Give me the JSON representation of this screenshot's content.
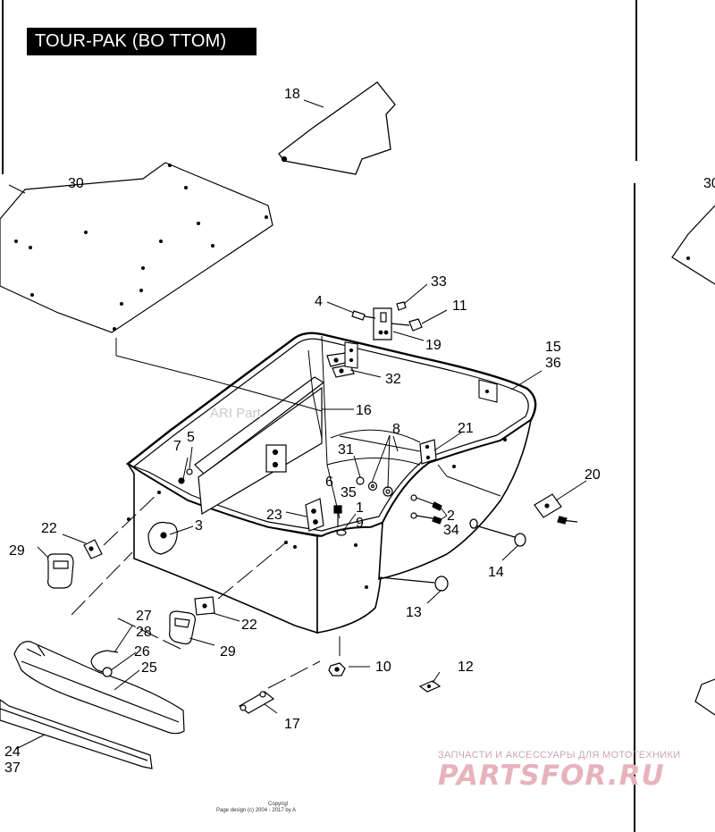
{
  "title": "TOUR-PAK (BO TTOM)",
  "watermark": "ARI Part",
  "footer": {
    "copyright_line1": "Copyrigl",
    "copyright_line2": "Page design (c) 2004 - 2017 by A"
  },
  "brand": {
    "tagline": "ЗАПЧАСТИ И АКСЕССУАРЫ ДЛЯ МОТОТЕХНИКИ",
    "logo_text": "PARTSFOR.RU"
  },
  "callouts": {
    "c1": "1",
    "c2": "2",
    "c3": "3",
    "c4": "4",
    "c5": "5",
    "c6": "6",
    "c7": "7",
    "c8": "8",
    "c9": "9",
    "c10": "10",
    "c11": "11",
    "c12": "12",
    "c13": "13",
    "c14": "14",
    "c15": "15",
    "c16": "16",
    "c17": "17",
    "c18": "18",
    "c19": "19",
    "c20": "20",
    "c21": "21",
    "c22a": "22",
    "c22b": "22",
    "c23": "23",
    "c24": "24",
    "c25": "25",
    "c26": "26",
    "c27": "27",
    "c28": "28",
    "c29a": "29",
    "c29b": "29",
    "c30": "30",
    "c30r": "30",
    "c31": "31",
    "c32": "32",
    "c33": "33",
    "c34": "34",
    "c35": "35",
    "c36": "36",
    "c37": "37"
  },
  "colors": {
    "line": "#000000",
    "title_bg": "#000000",
    "title_fg": "#ffffff",
    "brand_red": "#e6b3bb"
  }
}
